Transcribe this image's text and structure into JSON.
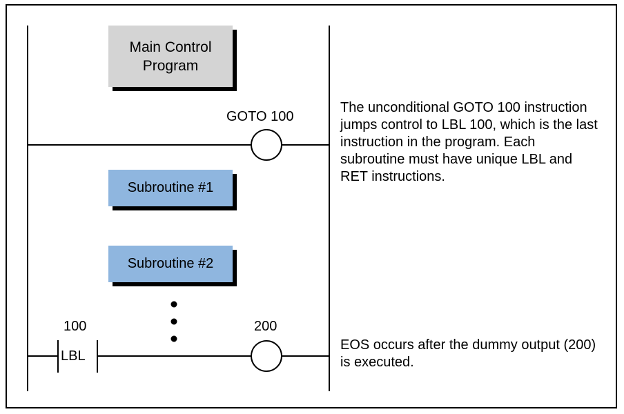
{
  "diagram": {
    "main_box": {
      "line1": "Main Control",
      "line2": "Program"
    },
    "subroutine1": "Subroutine #1",
    "subroutine2": "Subroutine #2",
    "goto_label": "GOTO 100",
    "lbl_number": "100",
    "lbl_text": "LBL",
    "output_number": "200",
    "note_goto": "The unconditional GOTO 100 instruction jumps control to LBL 100, which is the last instruction in the program. Each subroutine must have unique LBL and RET instructions.",
    "note_eos": "EOS occurs after the dummy output (200) is executed.",
    "colors": {
      "main_box": "#d4d4d4",
      "subroutine_box": "#8fb6df",
      "lines": "#000000"
    }
  }
}
